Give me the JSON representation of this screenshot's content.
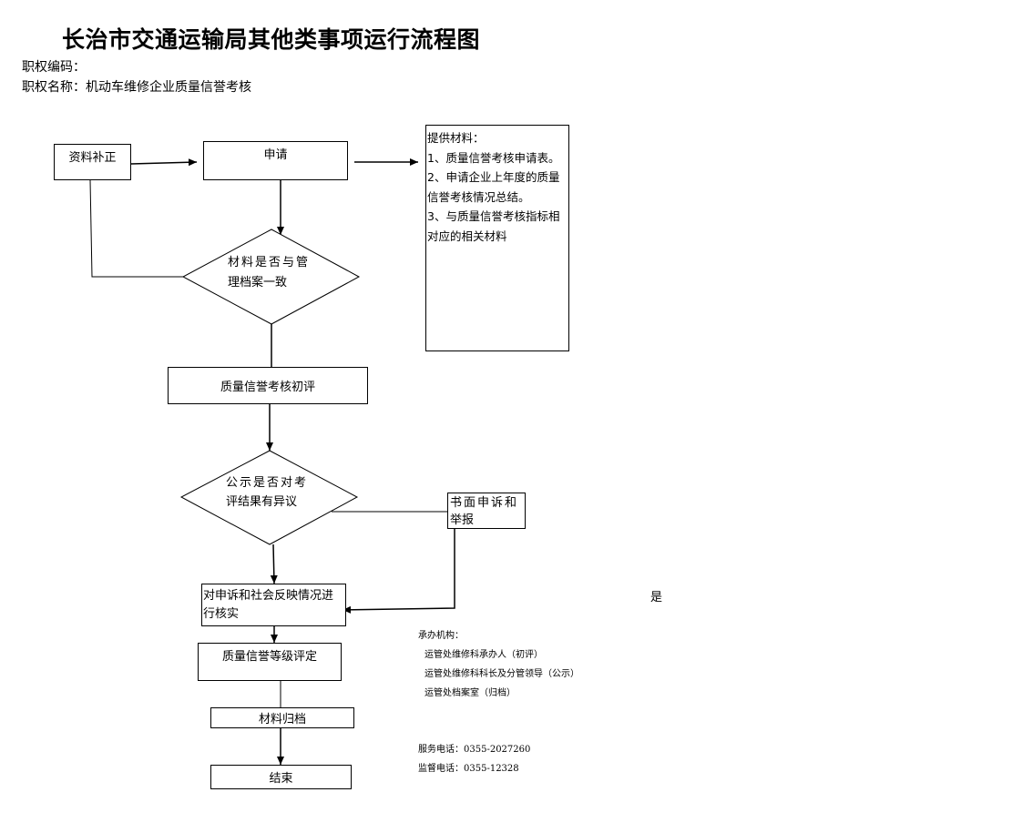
{
  "header": {
    "title": "长治市交通运输局其他类事项运行流程图",
    "code_label": "职权编码：",
    "name_label": "职权名称：机动车维修企业质量信誉考核"
  },
  "flow": {
    "supplement": "资料补正",
    "apply": "申请",
    "materials": {
      "heading": "提供材料：",
      "items": [
        "1、质量信誉考核申请表。",
        "2、申请企业上年度的质量",
        "信誉考核情况总结。",
        "3、与质量信誉考核指标相",
        "对应的相关材料"
      ]
    },
    "check_line1": "材料是否与管",
    "check_line2": "理档案一致",
    "initial_review": "质量信誉考核初评",
    "publicity_line1": "公示是否对考",
    "publicity_line2": "评结果有异议",
    "complaint_line1": "书面申诉和",
    "complaint_line2": "举报",
    "verify_line1": "对申诉和社会反映情况进",
    "verify_line2": "行核实",
    "yes_label": "是",
    "grade": "质量信誉等级评定",
    "archive": "材料归档",
    "end": "结束"
  },
  "info": {
    "org_label": "承办机构：",
    "orgs": [
      "运管处维修科承办人（初评）",
      "运管处维修科科长及分管领导（公示）",
      "运管处档案室（归档）"
    ],
    "service_phone": "服务电话：0355-2027260",
    "supervision_phone": "监督电话：0355-12328"
  }
}
